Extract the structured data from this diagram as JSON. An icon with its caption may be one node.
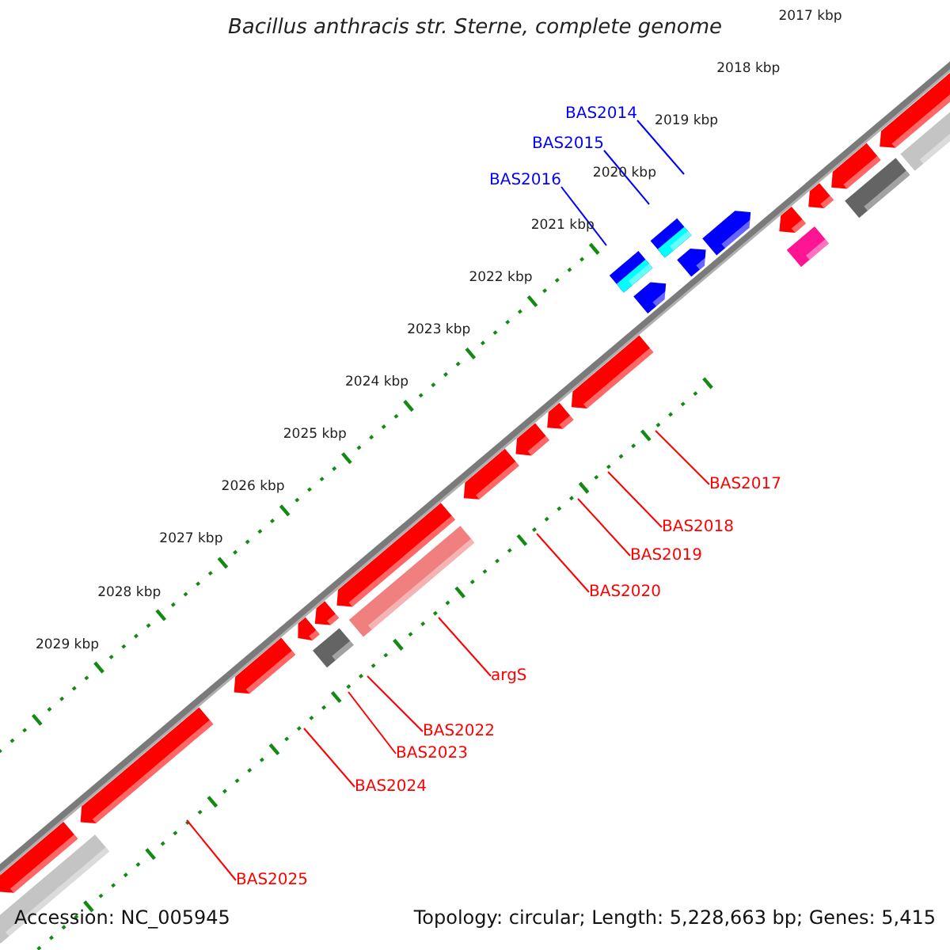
{
  "diagram": {
    "title": "Bacillus anthracis str. Sterne, complete genome",
    "nodes": [
      {
        "text": [
          "BAS2014"
        ]
      },
      {
        "text": [
          "BAS2015"
        ]
      },
      {
        "text": [
          "BAS2016"
        ]
      },
      {
        "text": [
          "BAS2017"
        ]
      },
      {
        "text": [
          "BAS2018"
        ]
      },
      {
        "text": [
          "BAS2019"
        ]
      },
      {
        "text": [
          "BAS2020"
        ]
      },
      {
        "text": [
          "argS"
        ]
      },
      {
        "text": [
          "BAS2022"
        ]
      },
      {
        "text": [
          "BAS2023"
        ]
      },
      {
        "text": [
          "BAS2024"
        ]
      },
      {
        "text": [
          "BAS2025"
        ]
      }
    ],
    "edges": [
      {
        "from": 0,
        "to": null,
        "arrow": "none",
        "color": "#0000ff"
      },
      {
        "from": 1,
        "to": null,
        "arrow": "none",
        "color": "#0000ff"
      },
      {
        "from": 2,
        "to": null,
        "arrow": "none",
        "color": "#0000ff"
      },
      {
        "from": 3,
        "to": null,
        "arrow": "none"
      },
      {
        "from": 4,
        "to": null,
        "arrow": "none"
      },
      {
        "from": 5,
        "to": null,
        "arrow": "none"
      },
      {
        "from": 6,
        "to": null,
        "arrow": "none"
      },
      {
        "from": 7,
        "to": null,
        "arrow": "none"
      },
      {
        "from": 8,
        "to": null,
        "arrow": "none"
      },
      {
        "from": 9,
        "to": null,
        "arrow": "none"
      },
      {
        "from": 10,
        "to": null,
        "arrow": "none"
      },
      {
        "from": 11,
        "to": null,
        "arrow": "none"
      }
    ],
    "labels": [
      "2017 kbp",
      "2018 kbp",
      "2019 kbp",
      "2020 kbp",
      "2021 kbp",
      "2022 kbp",
      "2023 kbp",
      "2024 kbp",
      "2025 kbp",
      "2026 kbp",
      "2027 kbp",
      "2028 kbp",
      "2029 kbp",
      "Accession: NC_005945",
      "Topology: circular; Length: 5,228,663 bp; Genes: 5,415"
    ]
  }
}
